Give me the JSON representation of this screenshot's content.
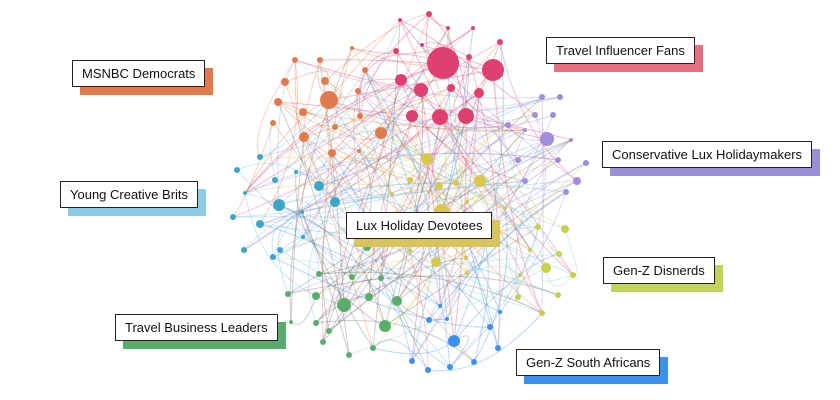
{
  "clusters": [
    {
      "id": "msnbc",
      "label": "MSNBC Democrats",
      "color": "#e07b4e"
    },
    {
      "id": "influencer",
      "label": "Travel Influencer Fans",
      "color": "#e0406f"
    },
    {
      "id": "conservative",
      "label": "Conservative Lux Holidaymakers",
      "color": "#a08ddc"
    },
    {
      "id": "creative",
      "label": "Young Creative Brits",
      "color": "#3ea5c4"
    },
    {
      "id": "devotees",
      "label": "Lux Holiday Devotees",
      "color": "#d9c64c"
    },
    {
      "id": "disnerds",
      "label": "Gen-Z Disnerds",
      "color": "#c3d34a"
    },
    {
      "id": "business",
      "label": "Travel Business Leaders",
      "color": "#5aae6b"
    },
    {
      "id": "southafricans",
      "label": "Gen-Z South Africans",
      "color": "#3d90f0"
    }
  ]
}
